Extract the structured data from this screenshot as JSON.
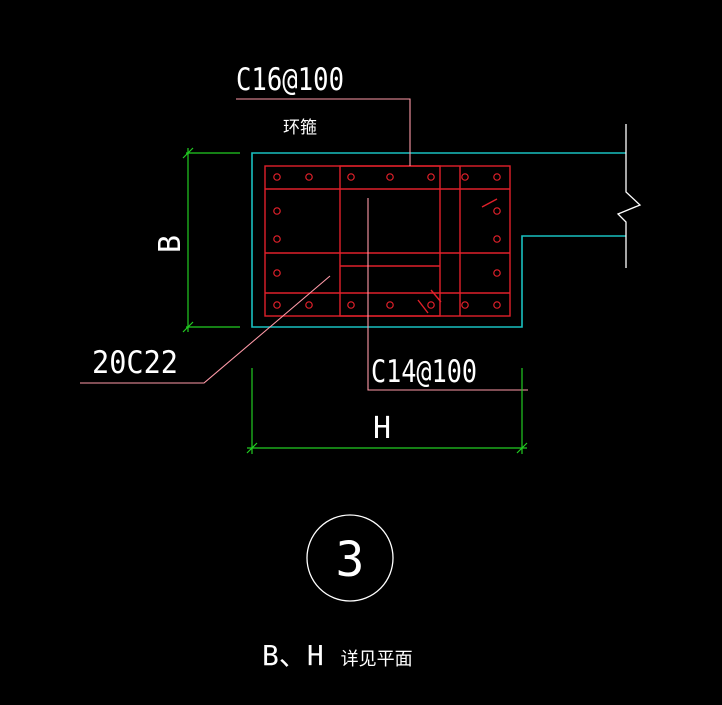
{
  "drawing": {
    "background": "#000000",
    "colors": {
      "rebar": "#e0202a",
      "outline": "#19c0c0",
      "dimension": "#22cc22",
      "leader": "#ff9aa8",
      "text": "#ffffff"
    },
    "labels": {
      "stirrup_spec": "C16@100",
      "stirrup_note": "环箍",
      "main_bars": "20C22",
      "tie_spec": "C14@100",
      "dim_b": "B",
      "dim_h": "H",
      "section_number": "3",
      "footnote_prefix": "B、H",
      "footnote_text": "详见平面"
    },
    "icons": {
      "break_line": "zigzag-break-icon",
      "section_marker": "circle-marker-icon"
    }
  }
}
